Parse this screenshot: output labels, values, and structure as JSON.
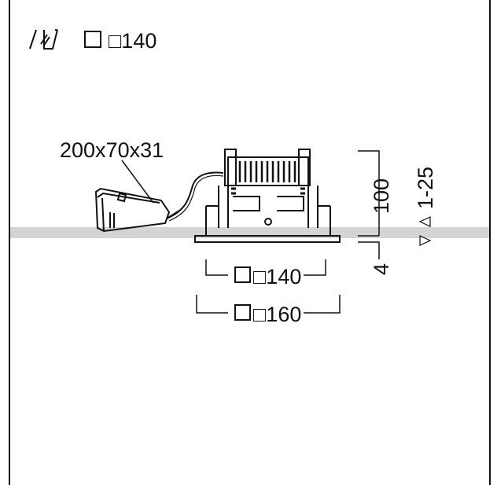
{
  "header": {
    "cutout_text": "□140"
  },
  "dimensions": {
    "driver_size": "200x70x31",
    "cutout": "□140",
    "outer": "□160",
    "height": "100",
    "recess": "4",
    "ceiling_thickness": "1-25"
  }
}
